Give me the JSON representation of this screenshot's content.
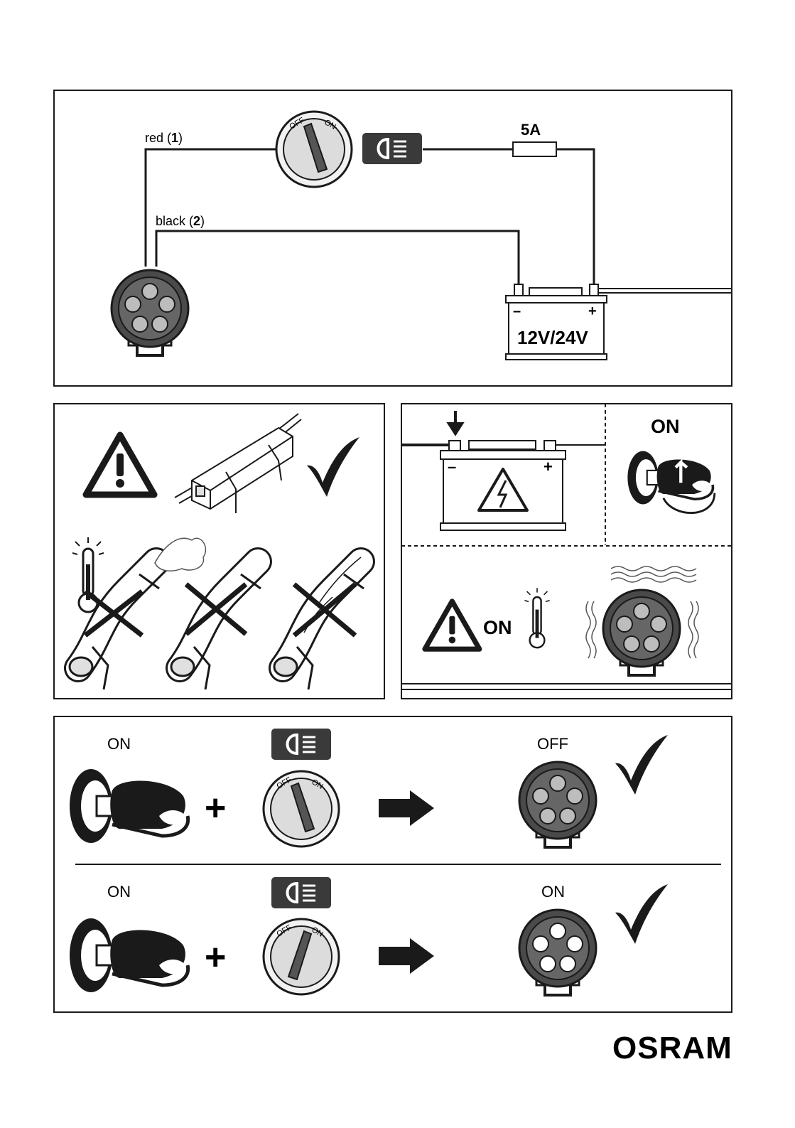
{
  "wiring": {
    "red_label": "red (",
    "red_num": "1",
    "black_label": "black (",
    "black_num": "2",
    "close_paren": ")",
    "fuse_label": "5A",
    "battery_voltage": "12V/24V",
    "minus": "–",
    "plus": "+",
    "switch_off": "OFF",
    "switch_on": "ON"
  },
  "battery_panel": {
    "ignition_label": "ON",
    "minus": "–",
    "plus": "+",
    "heat_warning_label": "ON"
  },
  "sequence": {
    "row1": {
      "key_label": "ON",
      "plus": "+",
      "lamp_state": "OFF",
      "switch_off": "OFF",
      "switch_on": "ON"
    },
    "row2": {
      "key_label": "ON",
      "plus": "+",
      "lamp_state": "ON",
      "switch_off": "OFF",
      "switch_on": "ON"
    }
  },
  "brand": {
    "logo_text": "OSRAM"
  },
  "colors": {
    "stroke": "#1a1a1a",
    "lamp_dark": "#555555",
    "lamp_led_off": "#bdbdbd",
    "lamp_led_on": "#ffffff",
    "badge": "#3a3a3a"
  }
}
